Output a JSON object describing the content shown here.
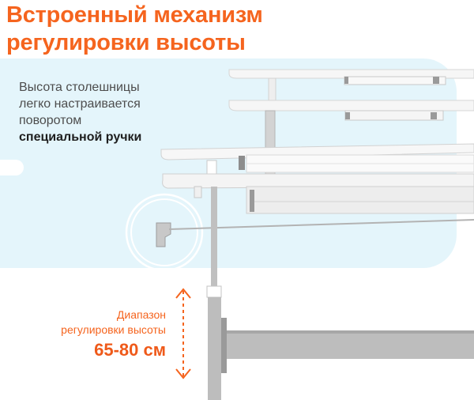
{
  "heading": {
    "line1": "Встроенный механизм",
    "line2": "регулировки высоты"
  },
  "description": {
    "line1": "Высота столешницы",
    "line2": "легко настраивается",
    "line3": "поворотом",
    "line4_bold": "специальной ручки"
  },
  "range": {
    "line1": "Диапазон",
    "line2": "регулировки высоты",
    "value": "65-80 см"
  },
  "colors": {
    "accent": "#f5641e",
    "panel": "#e4f5fb",
    "desk": "#f4f4f4",
    "frame": "#b9b9b9"
  }
}
